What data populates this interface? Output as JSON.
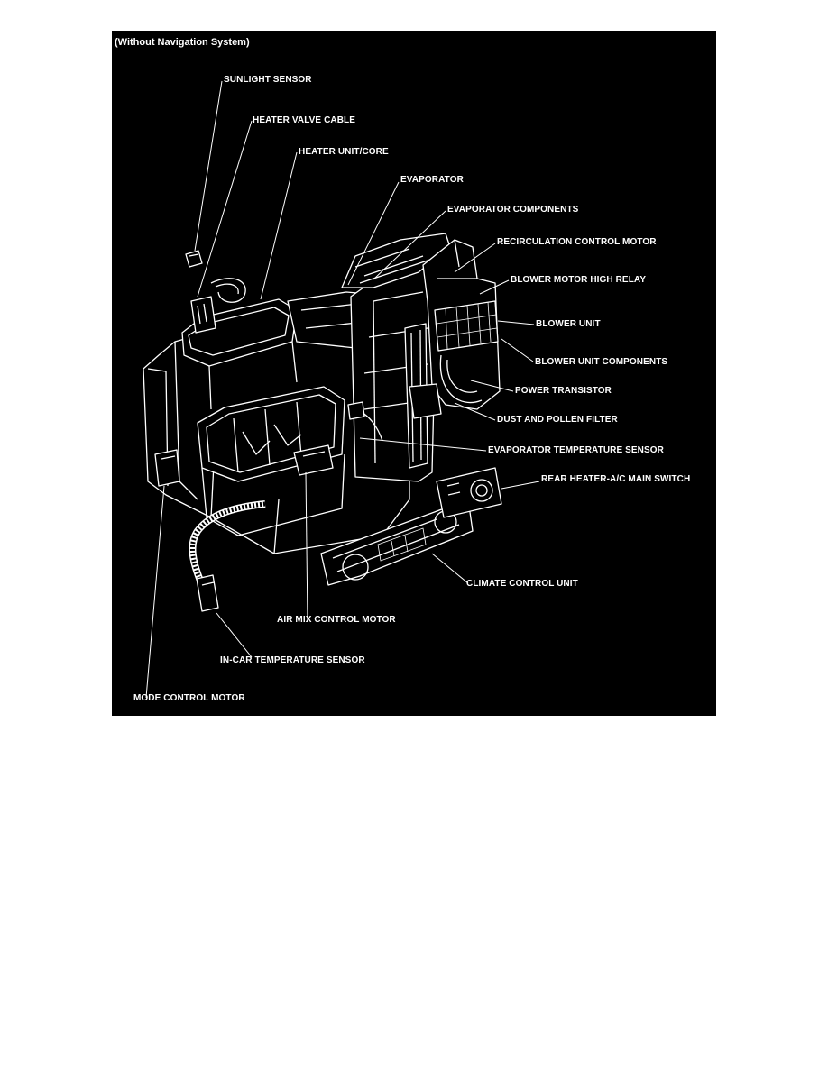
{
  "diagram": {
    "title": "(Without Navigation System)",
    "labels": {
      "sunlight_sensor": "SUNLIGHT SENSOR",
      "heater_valve_cable": "HEATER VALVE CABLE",
      "heater_unit_core": "HEATER UNIT/CORE",
      "evaporator": "EVAPORATOR",
      "evaporator_components": "EVAPORATOR COMPONENTS",
      "recirculation_control_motor": "RECIRCULATION CONTROL MOTOR",
      "blower_motor_high_relay": "BLOWER MOTOR HIGH RELAY",
      "blower_unit": "BLOWER UNIT",
      "blower_unit_components": "BLOWER UNIT COMPONENTS",
      "power_transistor": "POWER TRANSISTOR",
      "dust_and_pollen_filter": "DUST AND POLLEN FILTER",
      "evaporator_temperature_sensor": "EVAPORATOR TEMPERATURE SENSOR",
      "rear_heater_ac_main_switch": "REAR HEATER-A/C MAIN SWITCH",
      "climate_control_unit": "CLIMATE CONTROL UNIT",
      "air_mix_control_motor": "AIR MIX CONTROL MOTOR",
      "in_car_temperature_sensor": "IN-CAR TEMPERATURE SENSOR",
      "mode_control_motor": "MODE CONTROL MOTOR"
    },
    "colors": {
      "background": "#000000",
      "foreground": "#ffffff",
      "page": "#ffffff"
    }
  }
}
